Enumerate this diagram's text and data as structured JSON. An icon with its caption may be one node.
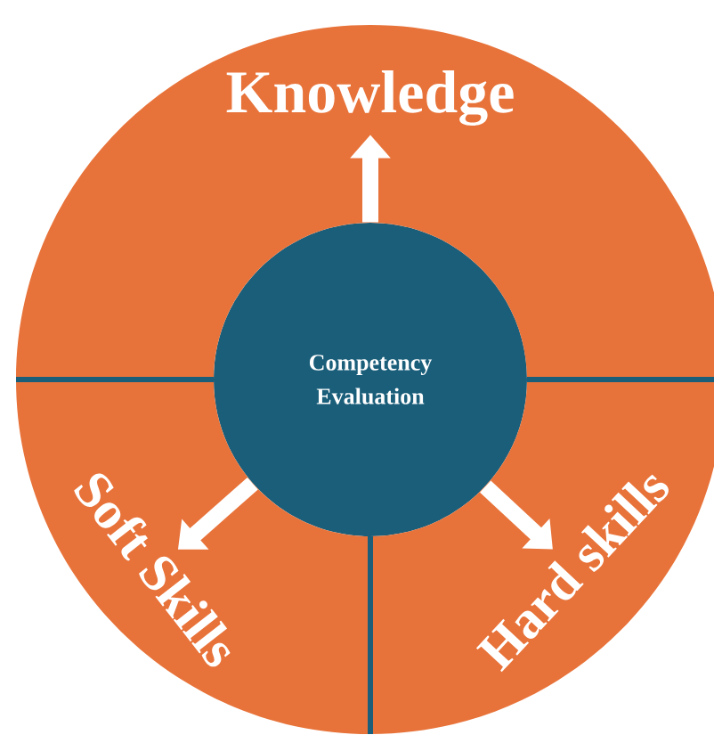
{
  "diagram": {
    "nodes": [
      {
        "text": [
          "Competency Evaluation"
        ]
      },
      {
        "text": [
          "Knowledge"
        ]
      },
      {
        "text": [
          "Soft Skills"
        ]
      },
      {
        "text": [
          "Hard skills"
        ]
      }
    ],
    "edges": [
      {
        "from": 0,
        "to": 1,
        "arrow": "to"
      },
      {
        "from": 0,
        "to": 2,
        "arrow": "to"
      },
      {
        "from": 0,
        "to": 3,
        "arrow": "to"
      }
    ]
  }
}
